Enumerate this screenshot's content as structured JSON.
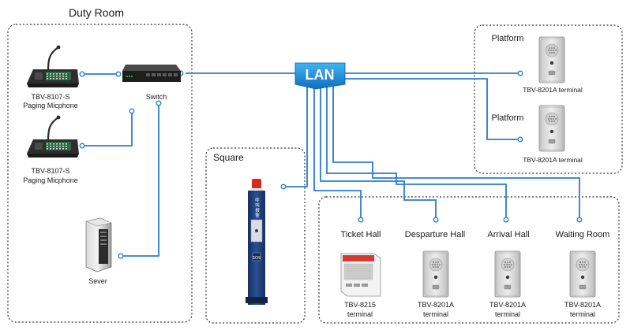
{
  "zones": {
    "duty_room": "Duty Room",
    "platform_1": "Platform",
    "platform_2": "Platform",
    "square": "Square"
  },
  "hub": {
    "label": "LAN"
  },
  "devices": {
    "mic_1": {
      "line1": "TBV-8107-S",
      "line2": "Paging Micphone"
    },
    "mic_2": {
      "line1": "TBV-8107-S",
      "line2": "Paging Micphone"
    },
    "switch": "Switch",
    "server": "Sever",
    "platform_terminal_1": "TBV-8201A terminal",
    "platform_terminal_2": "TBV-8201A terminal",
    "column": {
      "vertical_text": "呼叫报警",
      "sos": "SOS"
    }
  },
  "halls": [
    {
      "name": "Ticket Hall",
      "device": "TBV-8215",
      "sub": "terminal"
    },
    {
      "name": "Desparture Hall",
      "device": "TBV-8201A",
      "sub": "terminal"
    },
    {
      "name": "Arrival Hall",
      "device": "TBV-8201A",
      "sub": "terminal"
    },
    {
      "name": "Waiting Room",
      "device": "TBV-8201A",
      "sub": "terminal"
    }
  ],
  "colors": {
    "link": "#2b7bd0",
    "lan_box": "#1d8fdb",
    "column": "#1f3f7c"
  }
}
